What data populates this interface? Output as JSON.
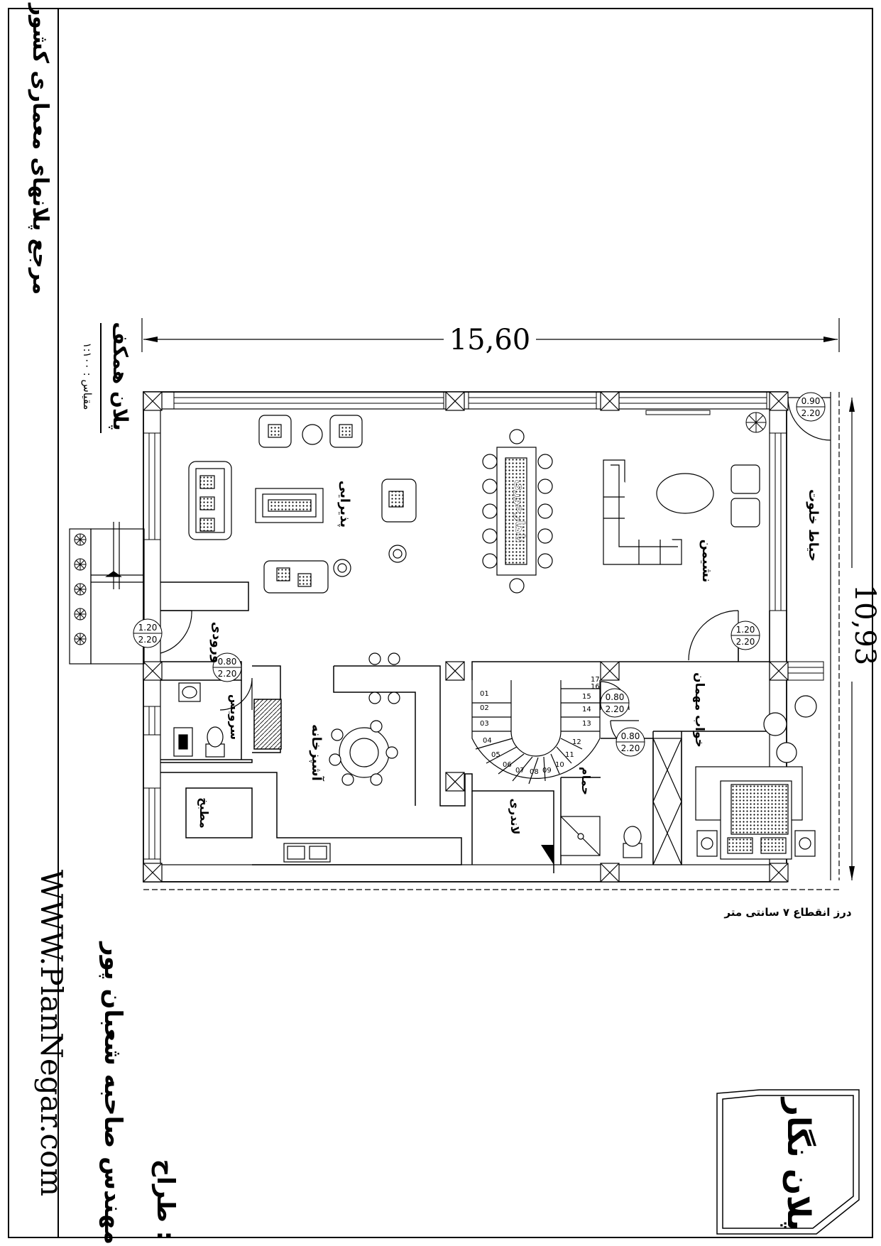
{
  "sheet": {
    "header_title": "مرجع پلانهای معماری کشور",
    "plan_title": "پلان همکف",
    "scale_label": "مقیاس : ۱:۱۰۰",
    "website": "WWW.PlanNegar.com",
    "designer_heading": "طراح :",
    "designer_name": "مهندس صاحبه شعبان پور",
    "logo_text": "پلان نگار",
    "joint_note": "درز انقطاع ۷ سانتی متر"
  },
  "dimensions": {
    "width": "15,60",
    "depth": "10,93"
  },
  "rooms": {
    "reception": "پذیرایی",
    "dining": "ناهارخوری",
    "living": "نشیمن",
    "private": "حیاط خلوت",
    "entrance": "ورودی",
    "wc": "سرویس",
    "kitchen": "آشپزخانه",
    "pantry": "مطبخ",
    "laundry": "لاندری",
    "bath": "حمام",
    "guest_bedroom": "خواب مهمان"
  },
  "door_tags": {
    "entrance": [
      "1.20",
      "2.20"
    ],
    "private_yard": [
      "0.90",
      "2.20"
    ],
    "living_yard": [
      "1.20",
      "2.20"
    ],
    "wc": [
      "0.80",
      "2.20"
    ],
    "stair": [
      "0.80",
      "2.20"
    ],
    "guest": [
      "0.80",
      "2.20"
    ]
  },
  "stair_steps": [
    "01",
    "02",
    "03",
    "04",
    "05",
    "06",
    "07",
    "08",
    "09",
    "10",
    "11",
    "12",
    "13",
    "14",
    "15",
    "16",
    "17"
  ],
  "colors": {
    "ink": "#000000",
    "paper": "#ffffff"
  }
}
